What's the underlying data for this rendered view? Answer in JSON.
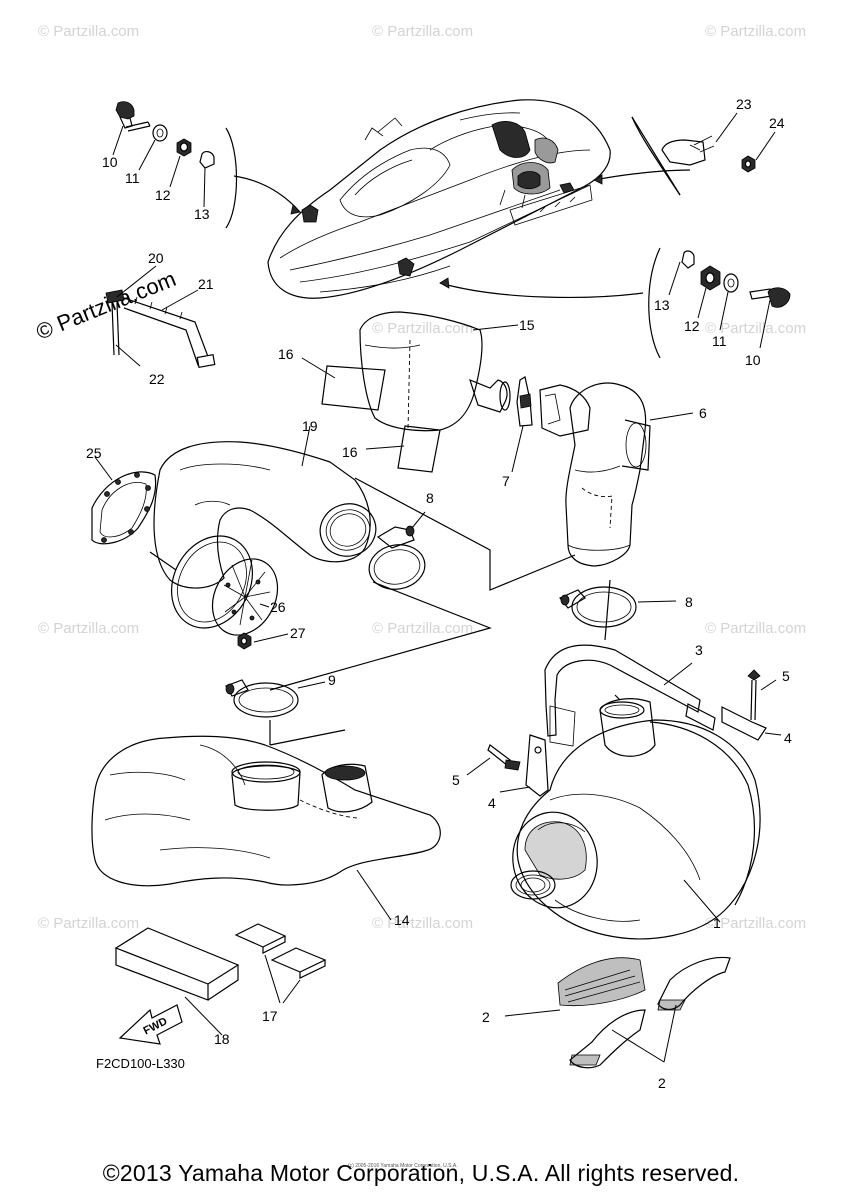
{
  "diagram": {
    "code": "F2CD100-L330",
    "copyright": "©2013 Yamaha Motor Corporation, U.S.A. All rights reserved.",
    "small_copyright": "(c) 2005-2016 Yamaha Motor Corporation, U.S.A.",
    "watermark": "© Partzilla.com",
    "watermark_large": "© Partzilla.com",
    "fwd_label": "FWD"
  },
  "callouts": {
    "c1": "1",
    "c2a": "2",
    "c2b": "2",
    "c3": "3",
    "c4a": "4",
    "c4b": "4",
    "c5a": "5",
    "c5b": "5",
    "c6": "6",
    "c7": "7",
    "c8a": "8",
    "c8b": "8",
    "c9": "9",
    "c10a": "10",
    "c10b": "10",
    "c11a": "11",
    "c11b": "11",
    "c12a": "12",
    "c12b": "12",
    "c13a": "13",
    "c13b": "13",
    "c14": "14",
    "c15": "15",
    "c16a": "16",
    "c16b": "16",
    "c17": "17",
    "c18": "18",
    "c19": "19",
    "c20": "20",
    "c21": "21",
    "c22": "22",
    "c23": "23",
    "c24": "24",
    "c25": "25",
    "c26": "26",
    "c27": "27"
  }
}
